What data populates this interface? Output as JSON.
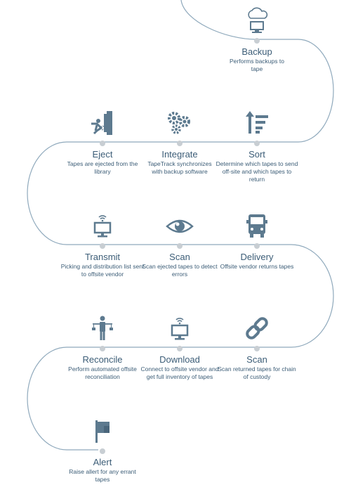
{
  "steps": {
    "backup": {
      "title": "Backup",
      "desc": "Performs backups to tape"
    },
    "eject": {
      "title": "Eject",
      "desc": "Tapes are ejected from the library"
    },
    "integrate": {
      "title": "Integrate",
      "desc": "TapeTrack synchronizes with backup software"
    },
    "sort": {
      "title": "Sort",
      "desc": "Determine which tapes to send off-site and which tapes to return"
    },
    "transmit": {
      "title": "Transmit",
      "desc": "Picking and distribution list sent to offsite vendor"
    },
    "scan1": {
      "title": "Scan",
      "desc": "Scan ejected tapes to detect errors"
    },
    "delivery": {
      "title": "Delivery",
      "desc": "Offsite vendor returns tapes"
    },
    "reconcile": {
      "title": "Reconcile",
      "desc": "Perform automated offsite reconciliation"
    },
    "download": {
      "title": "Download",
      "desc": "Connect to offsite vendor and get full inventory of tapes"
    },
    "scan2": {
      "title": "Scan",
      "desc": "Scan returned tapes for chain of custody"
    },
    "alert": {
      "title": "Alert",
      "desc": "Raise allert for any errant tapes"
    }
  },
  "icons": {
    "backup": "cloud-computer-icon",
    "eject": "person-door-icon",
    "integrate": "gears-icon",
    "sort": "sort-arrow-icon",
    "transmit": "wifi-monitor-icon",
    "scan1": "eye-icon",
    "delivery": "truck-icon",
    "reconcile": "person-balance-icon",
    "download": "wifi-monitor-icon",
    "scan2": "chain-link-icon",
    "alert": "flag-icon"
  },
  "colors": {
    "icon": "#5d7a8f",
    "text": "#3c5d77",
    "path": "#8fa9bc",
    "dot": "#c8ced3"
  }
}
